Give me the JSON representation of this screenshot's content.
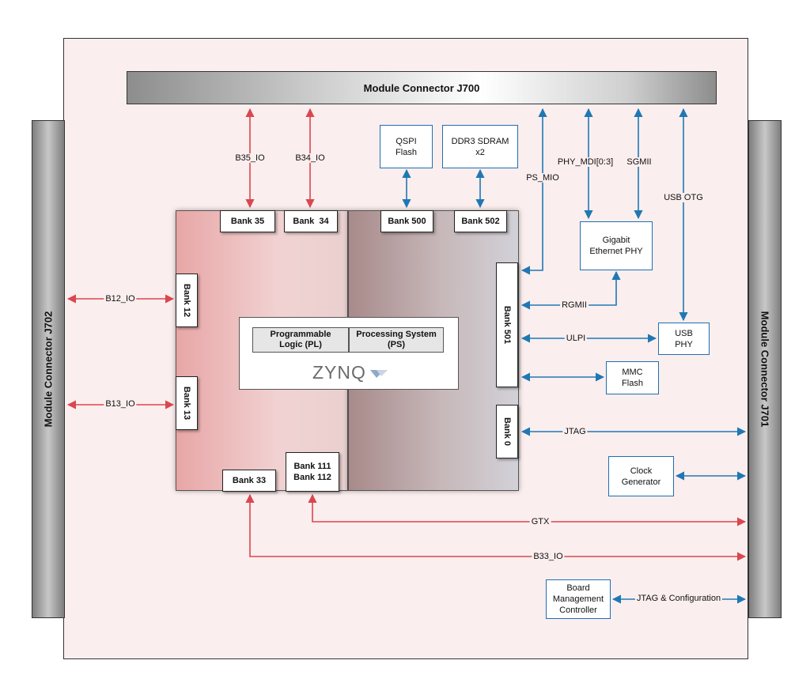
{
  "connectors": {
    "top": "Module Connector J700",
    "left": "Module Connector J702",
    "right": "Module Connector J701"
  },
  "banks": {
    "b35": "Bank 35",
    "b34": "Bank  34",
    "b500": "Bank 500",
    "b502": "Bank 502",
    "b12": "Bank 12",
    "b13": "Bank 13",
    "b33": "Bank 33",
    "b111": "Bank 111",
    "b112": "Bank 112",
    "b501": "Bank 501",
    "b0": "Bank 0"
  },
  "center": {
    "pl_line1": "Programmable",
    "pl_line2": "Logic (PL)",
    "ps_line1": "Processing System",
    "ps_line2": "(PS)",
    "logo": "ZYNQ"
  },
  "boxes": {
    "qspi_1": "QSPI",
    "qspi_2": "Flash",
    "ddr_1": "DDR3 SDRAM",
    "ddr_2": "x2",
    "eth_1": "Gigabit",
    "eth_2": "Ethernet PHY",
    "usb_1": "USB",
    "usb_2": "PHY",
    "mmc_1": "MMC",
    "mmc_2": "Flash",
    "clk_1": "Clock",
    "clk_2": "Generator",
    "bmc_1": "Board",
    "bmc_2": "Management",
    "bmc_3": "Controller"
  },
  "signals": {
    "b35_io": "B35_IO",
    "b34_io": "B34_IO",
    "b12_io": "B12_IO",
    "b13_io": "B13_IO",
    "ps_mio": "PS_MIO",
    "phy_mdi": "PHY_MDI[0:3]",
    "sgmii": "SGMII",
    "usb_otg": "USB OTG",
    "rgmii": "RGMII",
    "ulpi": "ULPI",
    "jtag": "JTAG",
    "gtx": "GTX",
    "b33_io": "B33_IO",
    "jtag_cfg": "JTAG & Configuration"
  },
  "colors": {
    "red_wire": "#d9474f",
    "blue_wire": "#1f78b4"
  }
}
